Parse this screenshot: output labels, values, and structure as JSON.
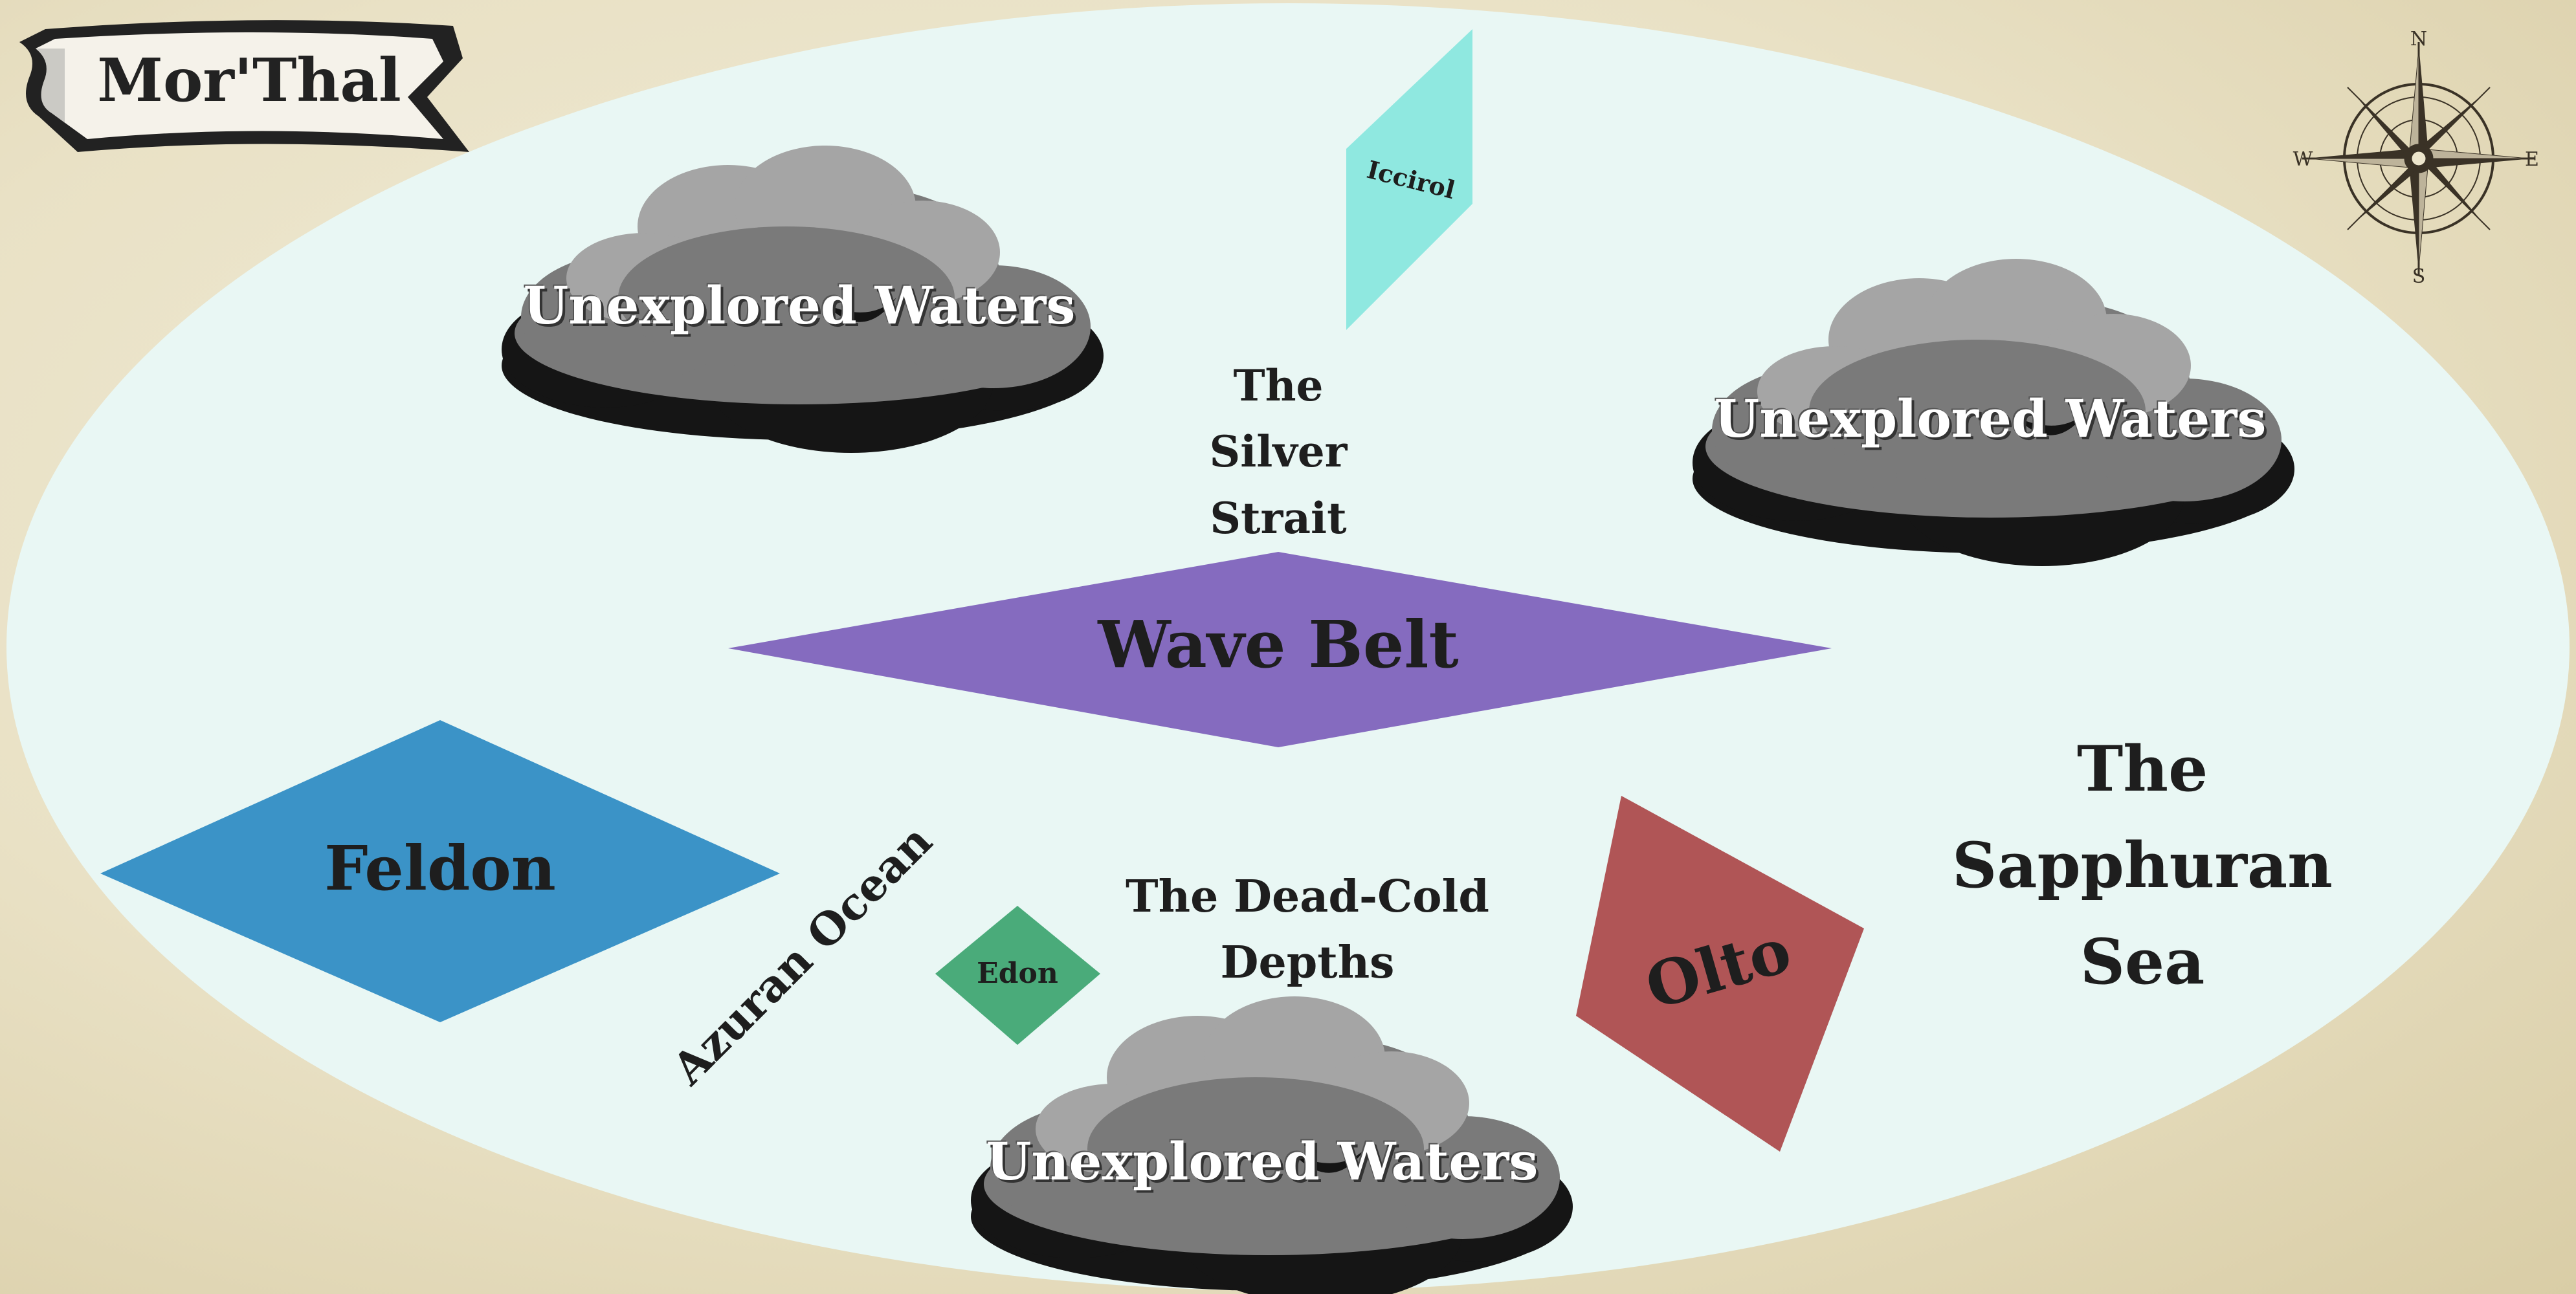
{
  "title": "Mor'Thal",
  "colors": {
    "parchment": "#ece5cc",
    "sea": "#e9f7f4",
    "iccirol": "#8fe8e0",
    "wave_belt": "#856bbf",
    "feldon": "#3b93c7",
    "edon": "#4aab7a",
    "olto": "#b05556",
    "cloud_light": "#a5a5a5",
    "cloud_mid": "#7a7a7a",
    "cloud_dark": "#151515"
  },
  "regions": {
    "iccirol": "Iccirol",
    "wave_belt": "Wave Belt",
    "feldon": "Feldon",
    "edon": "Edon",
    "olto": "Olto"
  },
  "seas": {
    "silver_strait": {
      "line1": "The",
      "line2": "Silver",
      "line3": "Strait"
    },
    "sapphuran": {
      "line1": "The",
      "line2": "Sapphuran",
      "line3": "Sea"
    },
    "azuran": "Azuran Ocean",
    "dead_cold": {
      "line1": "The Dead-Cold",
      "line2": "Depths"
    }
  },
  "clouds": {
    "top_left": "Unexplored Waters",
    "right": "Unexplored Waters",
    "bottom": "Unexplored Waters"
  },
  "compass": {
    "north": "N",
    "south": "S",
    "east": "E",
    "west": "W"
  }
}
